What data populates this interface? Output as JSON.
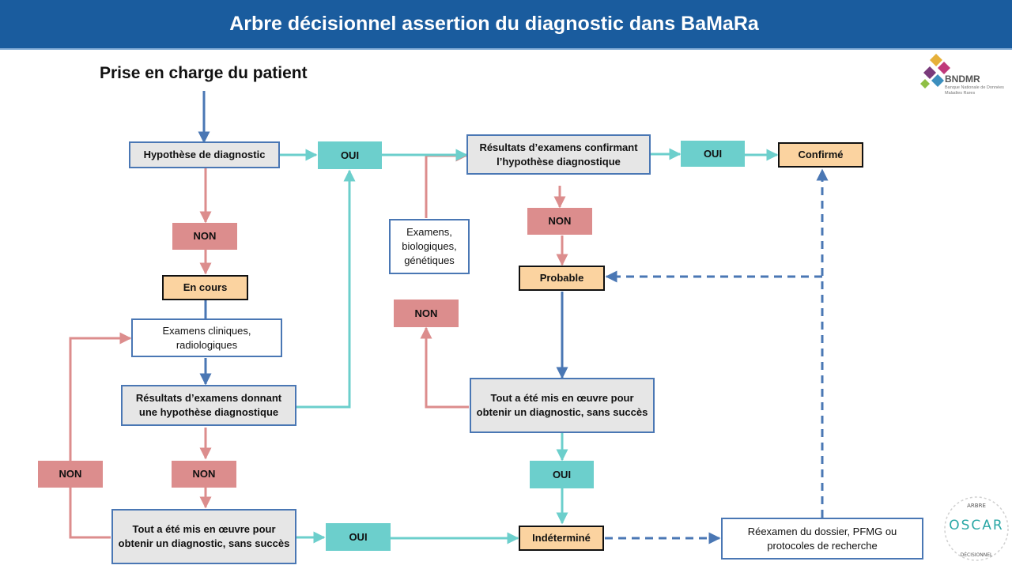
{
  "header": {
    "title": "Arbre décisionnel assertion du diagnostic dans BaMaRa"
  },
  "subtitle": "Prise en charge du patient",
  "logo": {
    "name": "BNDMR",
    "subtitle": "Banque Nationale de Données Maladies Rares"
  },
  "badge": {
    "text": "OSCAR",
    "top": "ARBRE",
    "bottom": "DÉCISIONNEL"
  },
  "colors": {
    "header": "#1a5c9e",
    "gray_box": "#e6e6e6",
    "orange_box": "#fbd3a0",
    "red_box": "#dc8d8d",
    "teal_box": "#6ccfcc",
    "blue_line": "#4a77b4",
    "red_line": "#dc8d8d",
    "teal_line": "#6ccfcc"
  },
  "nodes": {
    "hypothese": "Hypothèse de diagnostic",
    "oui1": "OUI",
    "res_confirm": "Résultats d’examens confirmant l’hypothèse diagnostique",
    "oui2": "OUI",
    "confirme": "Confirmé",
    "non1": "NON",
    "en_cours": "En cours",
    "exam_clin": "Examens cliniques, radiologiques",
    "res_hyp": "Résultats d’examens donnant une hypothèse diagnostique",
    "non_left": "NON",
    "non_mid": "NON",
    "tout_left": "Tout a été mis en œuvre pour obtenir un diagnostic, sans succès",
    "oui3": "OUI",
    "indetermine": "Indéterminé",
    "exam_bio": "Examens, biologiques, génétiques",
    "non_center": "NON",
    "non_right": "NON",
    "probable": "Probable",
    "tout_right": "Tout a été mis en œuvre pour obtenir un diagnostic, sans succès",
    "oui4": "OUI",
    "reexamen": "Réexamen du dossier, PFMG ou protocoles de recherche"
  }
}
